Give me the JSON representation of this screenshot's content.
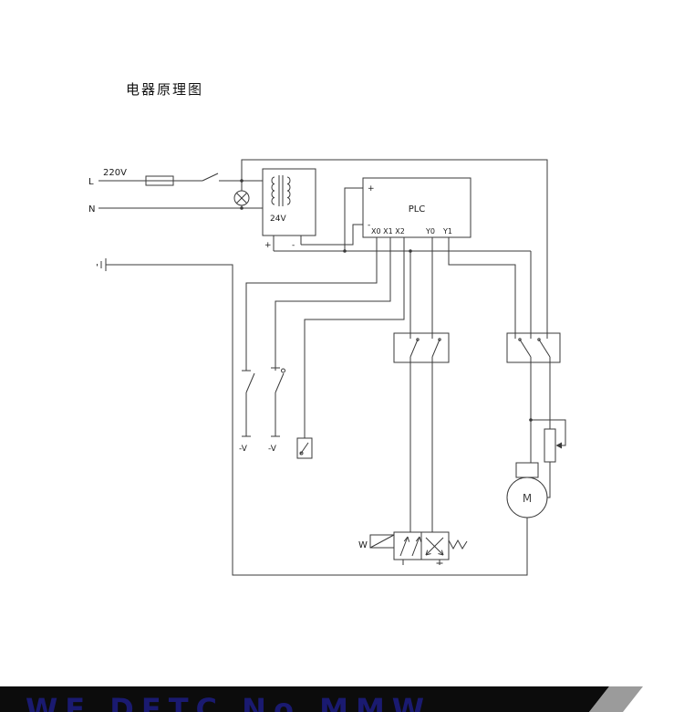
{
  "title": "电器原理图",
  "power": {
    "voltage": "220V",
    "live": "L",
    "neutral": "N"
  },
  "transformer": {
    "voltage": "24V",
    "plus": "+",
    "minus": "-"
  },
  "plc": {
    "name": "PLC",
    "plus": "+",
    "minus": "-",
    "input_terminals": "X0 X1 X2",
    "output_y0": "Y0",
    "output_y1": "Y1"
  },
  "inputs": {
    "switch1_label": "-V",
    "switch2_label": "-V"
  },
  "valve": {
    "coil_label": "W"
  },
  "motor": {
    "label": "M"
  },
  "footer": {
    "clipped_text": "WE DETC No.MMW"
  },
  "colors": {
    "wire": "#3a3a3a",
    "background": "#ffffff",
    "footer_bar": "#0c0c0c",
    "footer_accent": "#9b9b9b",
    "footer_text": "#1a1a70"
  }
}
